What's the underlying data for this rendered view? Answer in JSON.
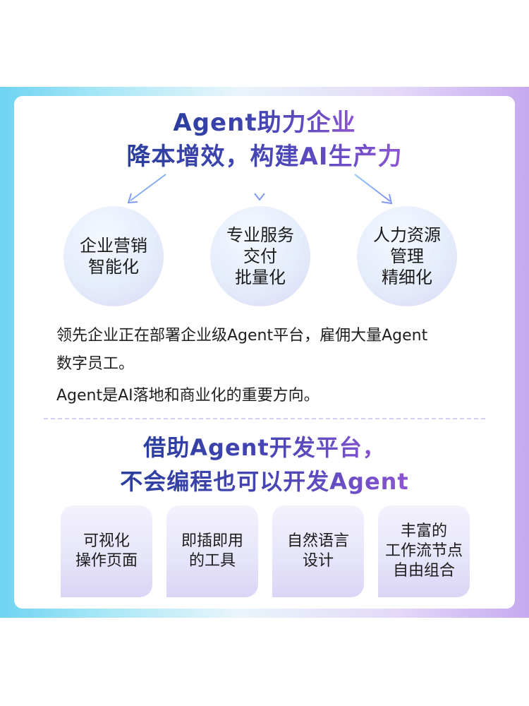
{
  "colors": {
    "headline_start": "#2a3e9e",
    "headline_end": "#8c55d2",
    "band_left": "#6fd3f2",
    "band_right": "#c5a9f0",
    "arrow": "#7fa4f0",
    "body_text": "#1e1e1e"
  },
  "hero": {
    "line1": "Agent助力企业",
    "line2": "降本增效，构建AI生产力"
  },
  "benefits": [
    {
      "lines": [
        "企业营销",
        "智能化"
      ]
    },
    {
      "lines": [
        "专业服务",
        "交付",
        "批量化"
      ]
    },
    {
      "lines": [
        "人力资源",
        "管理",
        "精细化"
      ]
    }
  ],
  "paragraph1": {
    "line1": "领先企业正在部署企业级Agent平台，雇佣大量Agent",
    "line2": "数字员工。"
  },
  "paragraph2": "Agent是AI落地和商业化的重要方向。",
  "platform": {
    "line1": "借助Agent开发平台，",
    "line2": "不会编程也可以开发Agent"
  },
  "features": [
    {
      "lines": [
        "可视化",
        "操作页面"
      ]
    },
    {
      "lines": [
        "即插即用",
        "的工具"
      ]
    },
    {
      "lines": [
        "自然语言",
        "设计"
      ]
    },
    {
      "lines": [
        "丰富的",
        "工作流节点",
        "自由组合"
      ]
    }
  ]
}
